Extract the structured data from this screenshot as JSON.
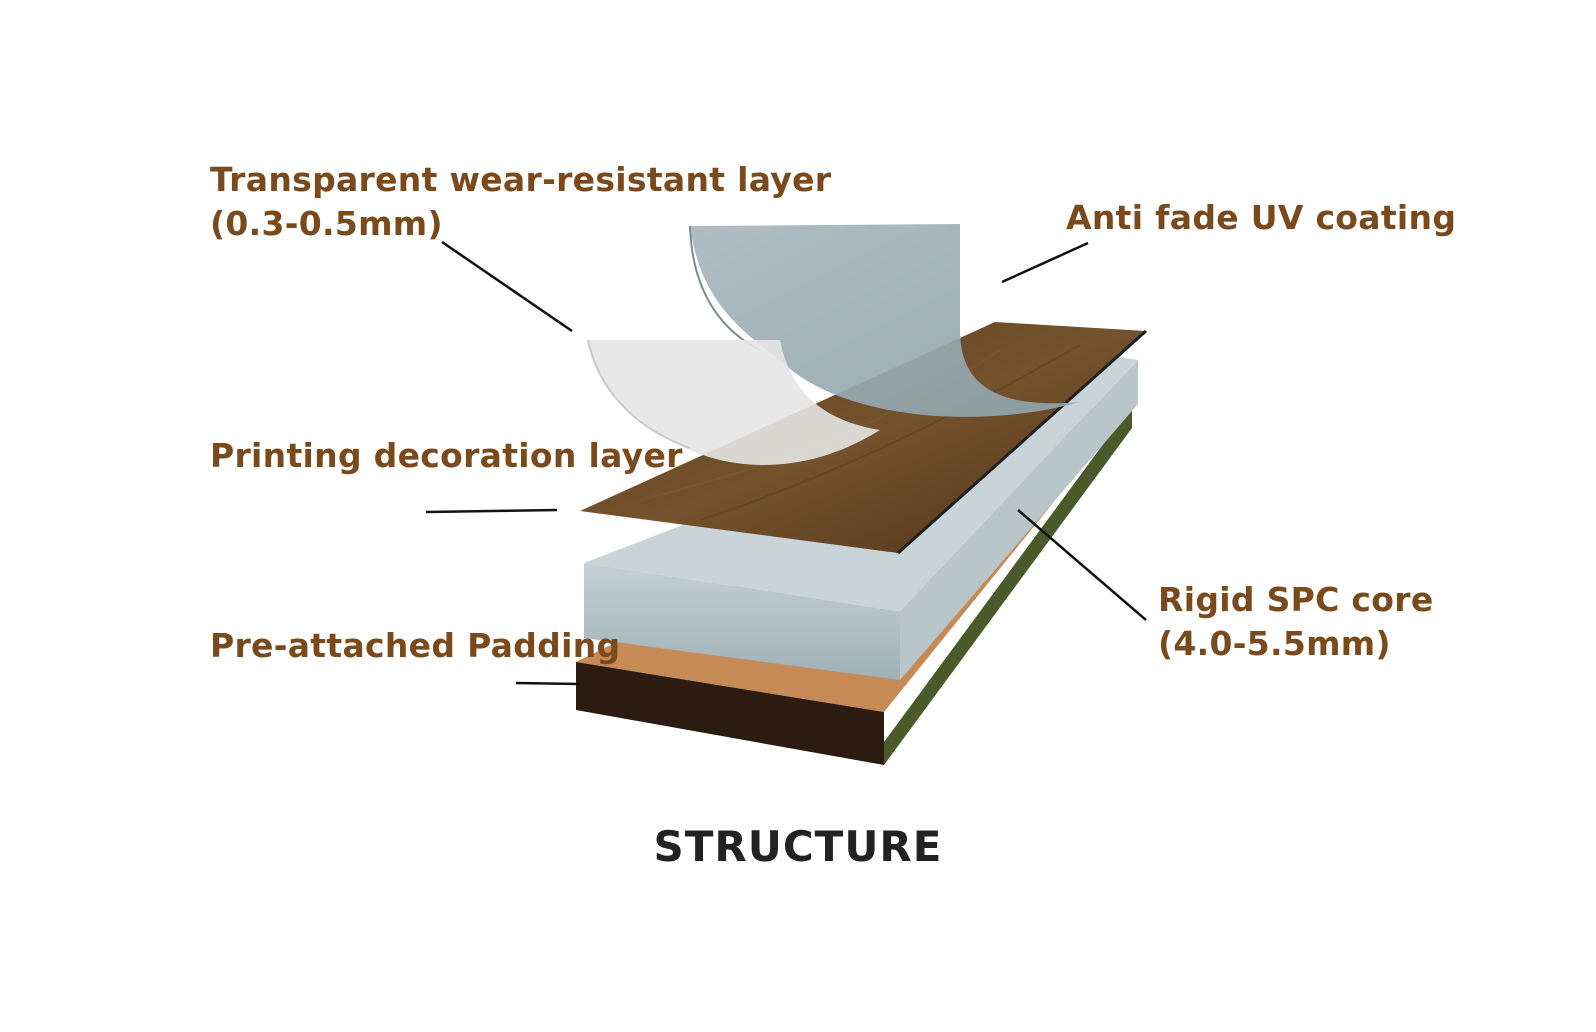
{
  "labels": {
    "wear_layer": {
      "line1": "Transparent wear-resistant layer",
      "line2": "(0.3-0.5mm)"
    },
    "uv_coating": {
      "line1": "Anti fade UV coating"
    },
    "printing_layer": {
      "line1": "Printing decoration layer"
    },
    "padding": {
      "line1": "Pre-attached Padding"
    },
    "spc_core": {
      "line1": "Rigid SPC core",
      "line2": "(4.0-5.5mm)"
    }
  },
  "caption": "STRUCTURE",
  "colors": {
    "label_text": "#7a4a1c",
    "caption_text": "#222222",
    "leader_line": "#111111",
    "uv_coating_film": "#9fb1b7",
    "wear_layer_film": "#e3e4e4",
    "wood_decor": "#6b4a26",
    "spc_core_top": "#c6d2d6",
    "spc_core_front": "#aebdc2",
    "padding_top": "#c58a56",
    "padding_front": "#2c1b10"
  }
}
